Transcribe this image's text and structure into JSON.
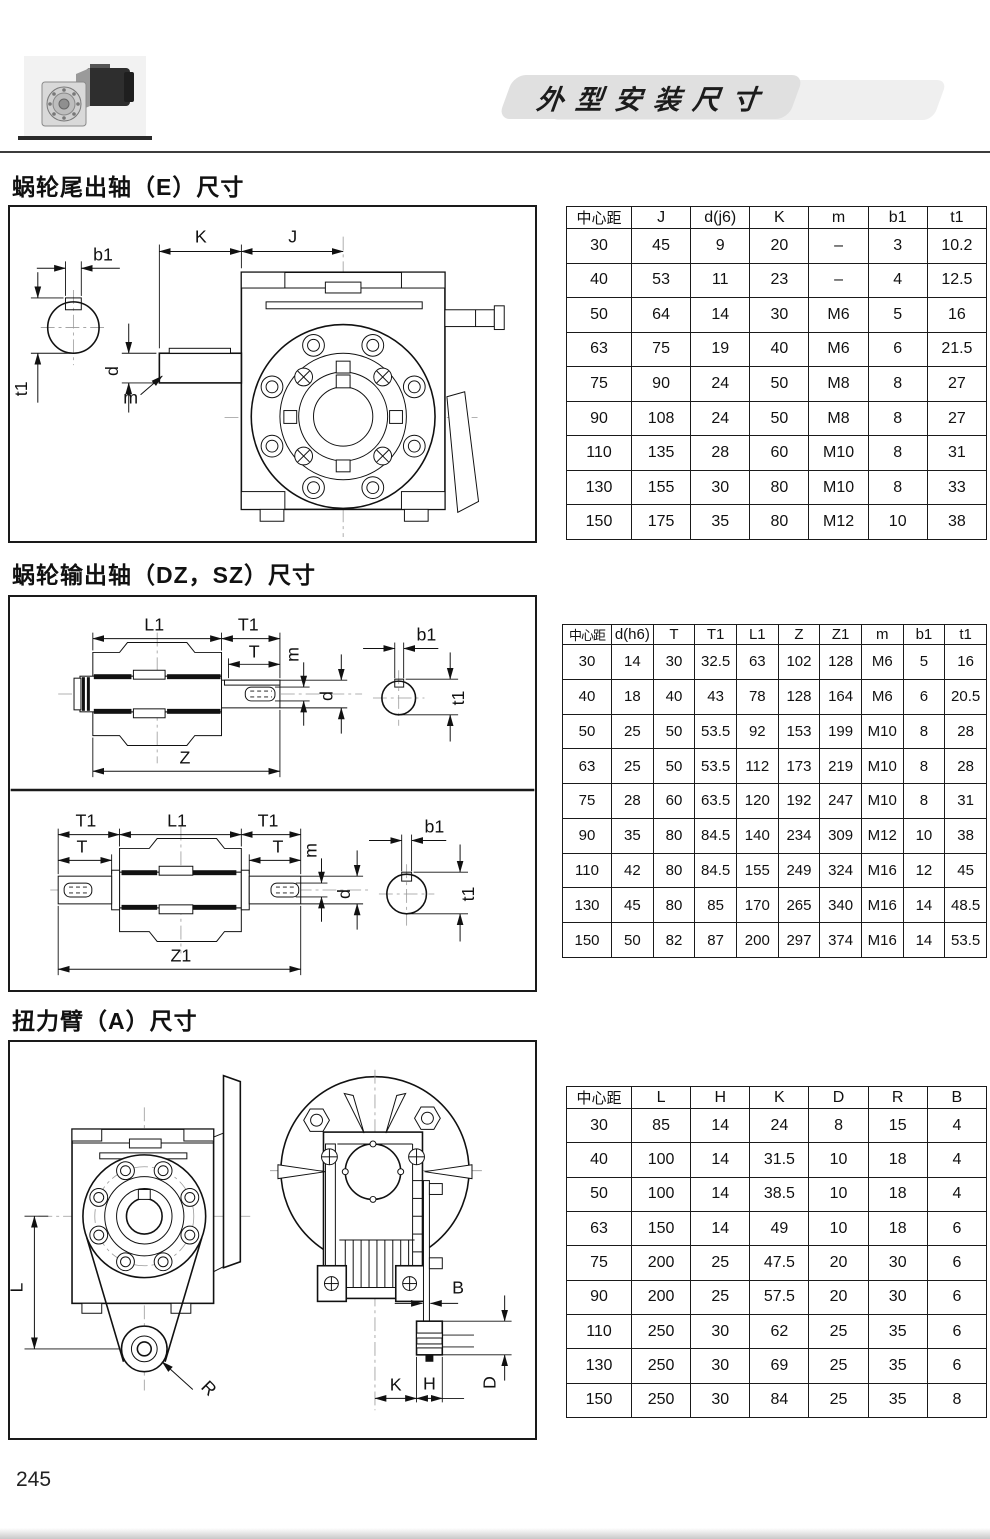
{
  "header": {
    "title": "外型安装尺寸",
    "logo_icon": "gearmotor-photo-icon"
  },
  "page": {
    "number": "245"
  },
  "sections": [
    {
      "id": "E",
      "title": "蜗轮尾出轴（E）尺寸",
      "dim_labels": {
        "b1": "b1",
        "t1": "t1",
        "d": "d",
        "m": "m",
        "K": "K",
        "J": "J"
      },
      "table": {
        "headers": [
          "中心距",
          "J",
          "d(j6)",
          "K",
          "m",
          "b1",
          "t1"
        ],
        "rows": [
          [
            "30",
            "45",
            "9",
            "20",
            "–",
            "3",
            "10.2"
          ],
          [
            "40",
            "53",
            "11",
            "23",
            "–",
            "4",
            "12.5"
          ],
          [
            "50",
            "64",
            "14",
            "30",
            "M6",
            "5",
            "16"
          ],
          [
            "63",
            "75",
            "19",
            "40",
            "M6",
            "6",
            "21.5"
          ],
          [
            "75",
            "90",
            "24",
            "50",
            "M8",
            "8",
            "27"
          ],
          [
            "90",
            "108",
            "24",
            "50",
            "M8",
            "8",
            "27"
          ],
          [
            "110",
            "135",
            "28",
            "60",
            "M10",
            "8",
            "31"
          ],
          [
            "130",
            "155",
            "30",
            "80",
            "M10",
            "8",
            "33"
          ],
          [
            "150",
            "175",
            "35",
            "80",
            "M12",
            "10",
            "38"
          ]
        ]
      }
    },
    {
      "id": "DZ_SZ",
      "title": "蜗轮输出轴（DZ，SZ）尺寸",
      "dim_labels_dz": {
        "L1": "L1",
        "T1": "T1",
        "T": "T",
        "m": "m",
        "d": "d",
        "Z": "Z",
        "b1": "b1",
        "t1": "t1"
      },
      "dim_labels_sz": {
        "T1": "T1",
        "L1": "L1",
        "T": "T",
        "m": "m",
        "d": "d",
        "Z1": "Z1",
        "b1": "b1",
        "t1": "t1"
      },
      "table": {
        "headers": [
          "中心距",
          "d(h6)",
          "T",
          "T1",
          "L1",
          "Z",
          "Z1",
          "m",
          "b1",
          "t1"
        ],
        "rows": [
          [
            "30",
            "14",
            "30",
            "32.5",
            "63",
            "102",
            "128",
            "M6",
            "5",
            "16"
          ],
          [
            "40",
            "18",
            "40",
            "43",
            "78",
            "128",
            "164",
            "M6",
            "6",
            "20.5"
          ],
          [
            "50",
            "25",
            "50",
            "53.5",
            "92",
            "153",
            "199",
            "M10",
            "8",
            "28"
          ],
          [
            "63",
            "25",
            "50",
            "53.5",
            "112",
            "173",
            "219",
            "M10",
            "8",
            "28"
          ],
          [
            "75",
            "28",
            "60",
            "63.5",
            "120",
            "192",
            "247",
            "M10",
            "8",
            "31"
          ],
          [
            "90",
            "35",
            "80",
            "84.5",
            "140",
            "234",
            "309",
            "M12",
            "10",
            "38"
          ],
          [
            "110",
            "42",
            "80",
            "84.5",
            "155",
            "249",
            "324",
            "M16",
            "12",
            "45"
          ],
          [
            "130",
            "45",
            "80",
            "85",
            "170",
            "265",
            "340",
            "M16",
            "14",
            "48.5"
          ],
          [
            "150",
            "50",
            "82",
            "87",
            "200",
            "297",
            "374",
            "M16",
            "14",
            "53.5"
          ]
        ]
      }
    },
    {
      "id": "A",
      "title": "扭力臂（A）尺寸",
      "dim_labels": {
        "L": "L",
        "R": "R",
        "B": "B",
        "D": "D",
        "K": "K",
        "H": "H"
      },
      "table": {
        "headers": [
          "中心距",
          "L",
          "H",
          "K",
          "D",
          "R",
          "B"
        ],
        "rows": [
          [
            "30",
            "85",
            "14",
            "24",
            "8",
            "15",
            "4"
          ],
          [
            "40",
            "100",
            "14",
            "31.5",
            "10",
            "18",
            "4"
          ],
          [
            "50",
            "100",
            "14",
            "38.5",
            "10",
            "18",
            "4"
          ],
          [
            "63",
            "150",
            "14",
            "49",
            "10",
            "18",
            "6"
          ],
          [
            "75",
            "200",
            "25",
            "47.5",
            "20",
            "30",
            "6"
          ],
          [
            "90",
            "200",
            "25",
            "57.5",
            "20",
            "30",
            "6"
          ],
          [
            "110",
            "250",
            "30",
            "62",
            "25",
            "35",
            "6"
          ],
          [
            "130",
            "250",
            "30",
            "69",
            "25",
            "35",
            "6"
          ],
          [
            "150",
            "250",
            "30",
            "84",
            "25",
            "35",
            "8"
          ]
        ]
      }
    }
  ]
}
